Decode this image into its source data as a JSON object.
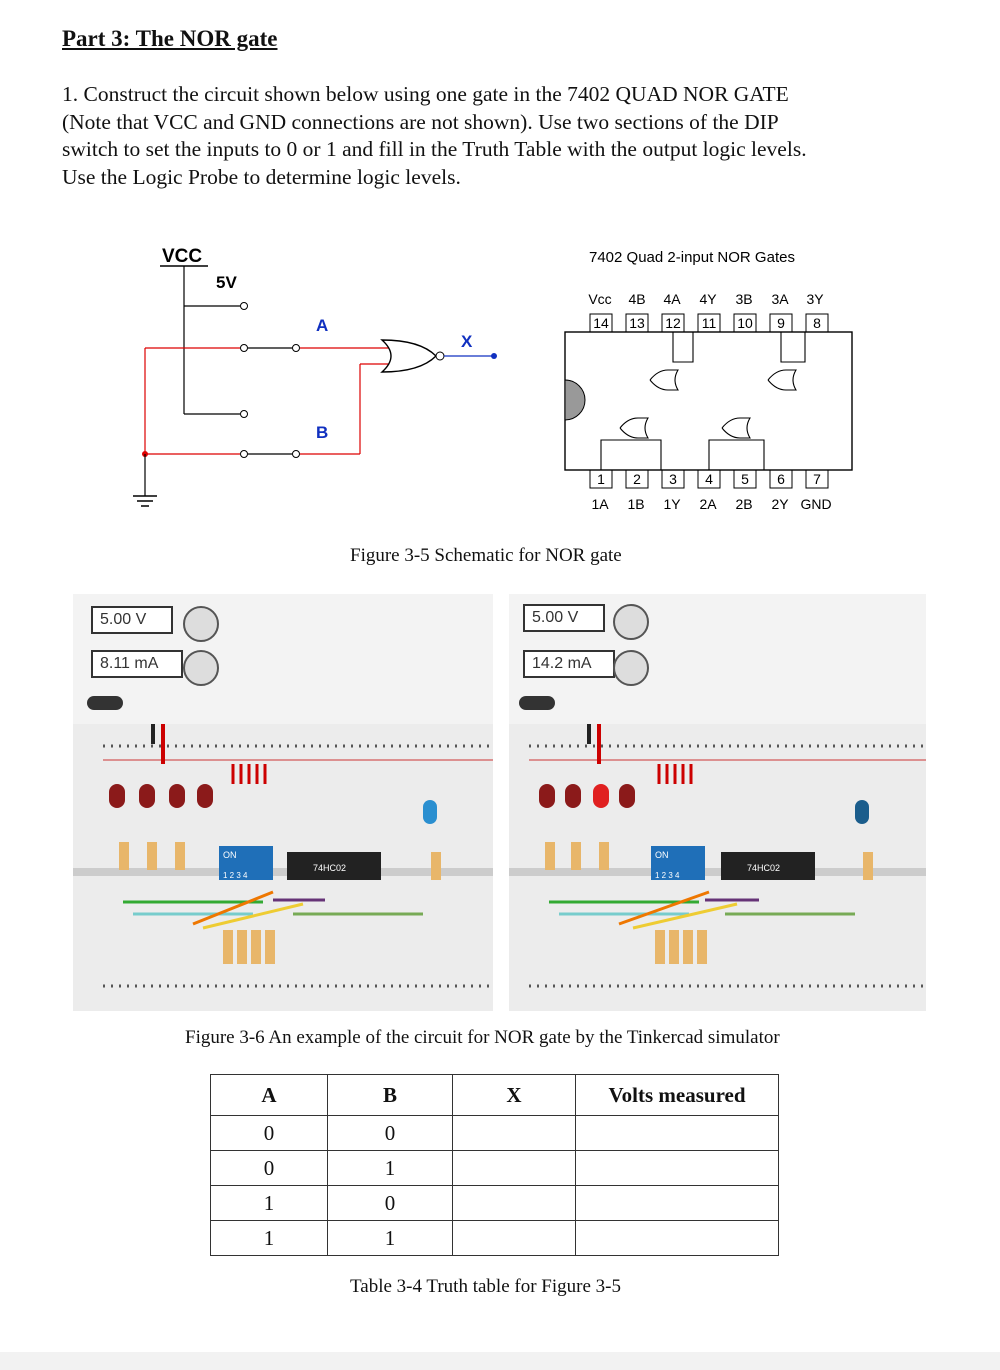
{
  "title": "Part 3: The NOR gate",
  "instructions": [
    "1. Construct the circuit shown below using one gate in the 7402 QUAD NOR GATE",
    "(Note that VCC and GND connections are not shown).  Use two sections of the DIP",
    "switch to set the inputs to 0 or 1 and fill in the Truth Table with the output logic levels.",
    "Use the Logic Probe to determine logic levels."
  ],
  "schematic": {
    "vcc_label": "VCC",
    "volt_label": "5V",
    "input_a": "A",
    "input_b": "B",
    "output_x": "X"
  },
  "chip": {
    "title": "7402 Quad 2-input NOR Gates",
    "top_labels": [
      "Vcc",
      "4B",
      "4A",
      "4Y",
      "3B",
      "3A",
      "3Y"
    ],
    "top_pins": [
      "14",
      "13",
      "12",
      "11",
      "10",
      "9",
      "8"
    ],
    "bottom_pins": [
      "1",
      "2",
      "3",
      "4",
      "5",
      "6",
      "7"
    ],
    "bottom_labels": [
      "1A",
      "1B",
      "1Y",
      "2A",
      "2B",
      "2Y",
      "GND"
    ]
  },
  "figure_3_5_caption": "Figure 3-5 Schematic for NOR gate",
  "sim_left": {
    "voltage": "5.00 V",
    "current": "8.11 mA",
    "chip_label": "74HC02",
    "switch_on": "ON",
    "switch_nums": "1 2 3 4"
  },
  "sim_right": {
    "voltage": "5.00 V",
    "current": "14.2 mA",
    "chip_label": "74HC02",
    "switch_on": "ON",
    "switch_nums": "1 2 3 4"
  },
  "figure_3_6_caption": "Figure 3-6 An example of the circuit for NOR gate by the Tinkercad simulator",
  "table": {
    "headers": [
      "A",
      "B",
      "X",
      "Volts measured"
    ],
    "rows": [
      [
        "0",
        "0",
        "",
        ""
      ],
      [
        "0",
        "1",
        "",
        ""
      ],
      [
        "1",
        "0",
        "",
        ""
      ],
      [
        "1",
        "1",
        "",
        ""
      ]
    ]
  },
  "table_caption": "Table 3-4 Truth table for Figure 3-5"
}
